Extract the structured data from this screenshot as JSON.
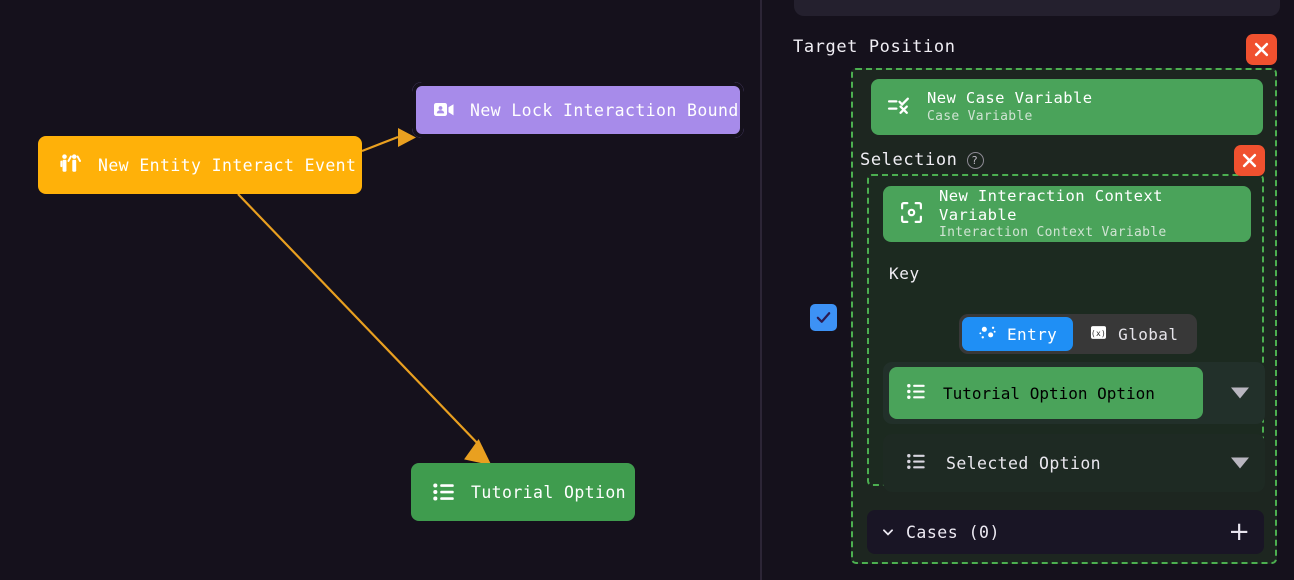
{
  "graph": {
    "nodes": [
      {
        "id": "event",
        "label": "New Entity Interact Event",
        "icon": "people-interact-icon",
        "color": "#ffb109"
      },
      {
        "id": "lock",
        "label": "New Lock Interaction Bound",
        "icon": "video-person-icon",
        "color": "#a78bea"
      },
      {
        "id": "option",
        "label": "Tutorial Option",
        "icon": "list-icon",
        "color": "#3f9c4e"
      }
    ],
    "edge_color": "#e9a020"
  },
  "panel": {
    "title": "Target Position",
    "close_label": "close-icon",
    "case_variable": {
      "title": "New Case Variable",
      "subtitle": "Case Variable",
      "icon": "equals-check-x-icon"
    },
    "selection": {
      "label": "Selection",
      "help": "?",
      "close_label": "close-icon",
      "context_variable": {
        "title": "New Interaction Context Variable",
        "subtitle": "Interaction Context Variable",
        "icon": "scan-target-icon"
      },
      "key": {
        "label": "Key",
        "options": [
          {
            "label": "Entry",
            "icon": "node-graph-icon",
            "selected": true
          },
          {
            "label": "Global",
            "icon": "variable-x-icon",
            "selected": false
          }
        ]
      },
      "value_row": {
        "title": "Tutorial Option",
        "subtitle": "Option",
        "icon": "list-icon"
      },
      "selected_row": {
        "title": "Selected Option",
        "icon": "list-icon"
      },
      "checkbox_checked": true
    },
    "cases": {
      "label": "Cases (0)",
      "add_label": "+",
      "chevron": "chevron-down-icon"
    }
  },
  "colors": {
    "accent_green": "#4aa35a",
    "dashed_green": "#4caf50",
    "danger_red": "#f0512f",
    "blue": "#1f8ff5",
    "amber": "#ffb109",
    "purple": "#a78bea"
  }
}
